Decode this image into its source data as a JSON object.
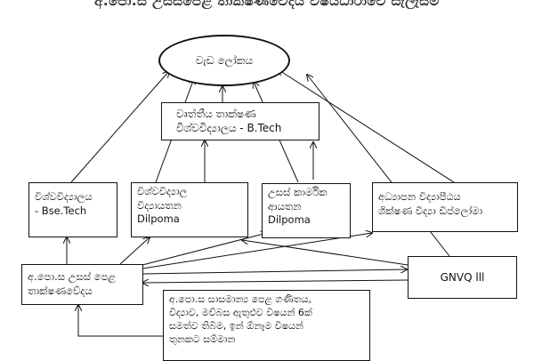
{
  "title": "අ.පො.ස උසස්පෙළ තාක්ෂණවේදය විෂයධාරාවේ සැලැස්ම",
  "nodes": {
    "world_of_work": "වැඩ ලෝකය",
    "technical_university": [
      "වෘත්තීය තාක්ෂණ",
      "විශ්වවිද්‍යාලය -  B.Tech"
    ],
    "university_bsc": [
      "විශ්වවිද්‍යාලය",
      " - Bse.Tech"
    ],
    "university_college": [
      "විශ්වවිද්‍යාල",
      "විද්‍යායතන",
      "Dilpoma"
    ],
    "advanced_technical_institute": [
      "උසස් කාර්මික",
      "ආයතන",
      "Dilpoma"
    ],
    "teacher_training": [
      "අධ්‍යාපන විද්‍යාපීඨය",
      "ශික්ෂණ විද්‍යා ඩිප්ලෝමා"
    ],
    "al_technology": [
      "අ.පො.ස උසස් පෙළ",
      "තාක්ෂණවේදය"
    ],
    "gnvq": "GNVQ lll",
    "ol_requirements": [
      "අ.පො.ස සාසමාන්‍ය පෙළ ගණිතය,",
      "විද්‍යාව, මව්බස ඇතුළුව විෂයන් 6ක්",
      "සමත්ව තිබීම, ඉන් ඕනෑම විෂයන්",
      "තුනකට සම්මාන"
    ]
  }
}
